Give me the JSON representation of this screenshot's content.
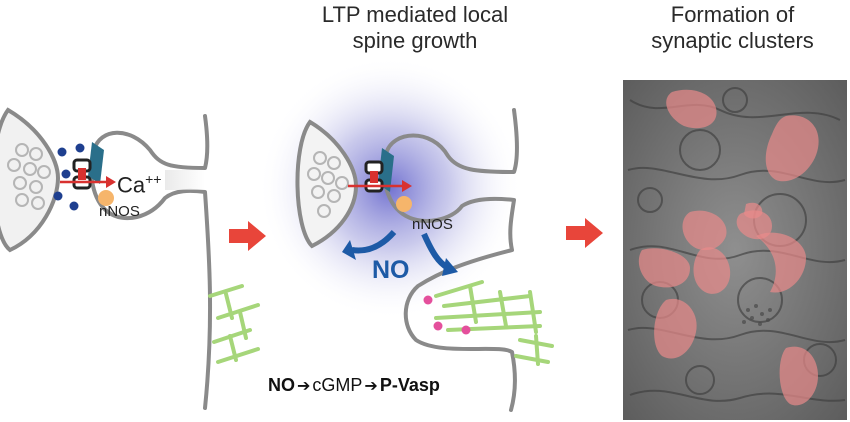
{
  "titles": {
    "middle_line1": "LTP mediated local",
    "middle_line2": "spine growth",
    "right_line1": "Formation of",
    "right_line2": "synaptic clusters"
  },
  "labels": {
    "calcium": "Ca",
    "calcium_charge": "++",
    "nnos_left": "nNOS",
    "nnos_middle": "nNOS",
    "no": "NO"
  },
  "pathway": {
    "step1": "NO",
    "step2": "cGMP",
    "step3": "P-Vasp",
    "arrow": "➔"
  },
  "colors": {
    "membrane": "#8a8a8a",
    "vesicle": "#b5b5b5",
    "dot_blue": "#1e3f8f",
    "receptor_teal": "#2a6f8a",
    "receptor_red": "#d8312f",
    "nnos_orange": "#f6b56b",
    "big_arrow": "#e8453a",
    "no_arrow": "#1d5aa6",
    "actin_green": "#a6d67a",
    "pink_dot": "#e44f9c",
    "glow": "#8080d0",
    "em_highlight": "#e98a8a"
  }
}
